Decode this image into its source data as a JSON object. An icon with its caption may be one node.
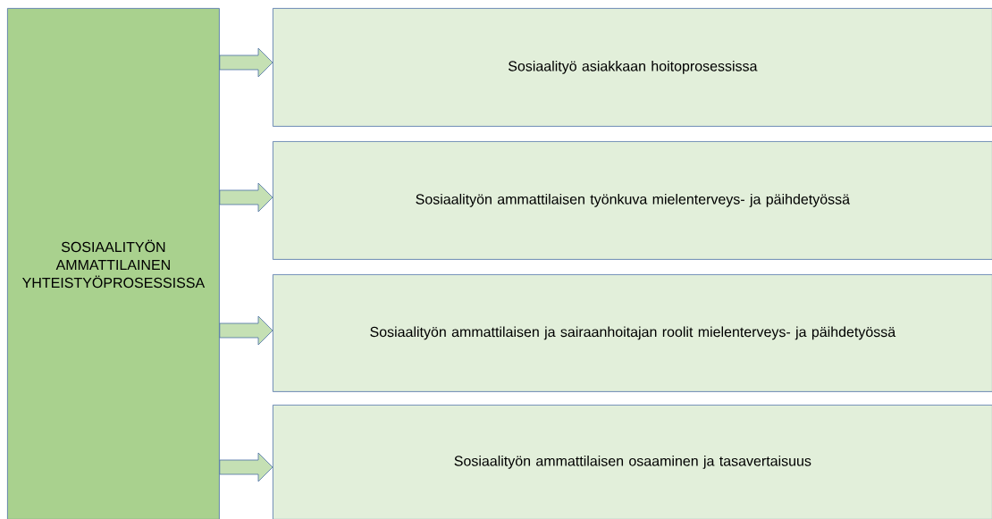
{
  "diagram": {
    "nodes": [
      {
        "text": [
          "SOSIAALITYÖN AMMATTILAINEN YHTEISTYÖPROSESSISSA"
        ]
      },
      {
        "text": [
          "Sosiaalityö asiakkaan hoitoprosessissa"
        ]
      },
      {
        "text": [
          "Sosiaalityön ammattilaisen työnkuva mielenterveys- ja päihdetyössä"
        ]
      },
      {
        "text": [
          "Sosiaalityön ammattilaisen ja sairaanhoitajan roolit mielenterveys- ja päihdetyössä"
        ]
      },
      {
        "text": [
          "Sosiaalityön ammattilaisen osaaminen ja tasavertaisuus"
        ]
      }
    ],
    "edges": [
      {
        "from": 0,
        "to": 1,
        "arrow": "to"
      },
      {
        "from": 0,
        "to": 2,
        "arrow": "to"
      },
      {
        "from": 0,
        "to": 3,
        "arrow": "to"
      },
      {
        "from": 0,
        "to": 4,
        "arrow": "to"
      }
    ]
  }
}
